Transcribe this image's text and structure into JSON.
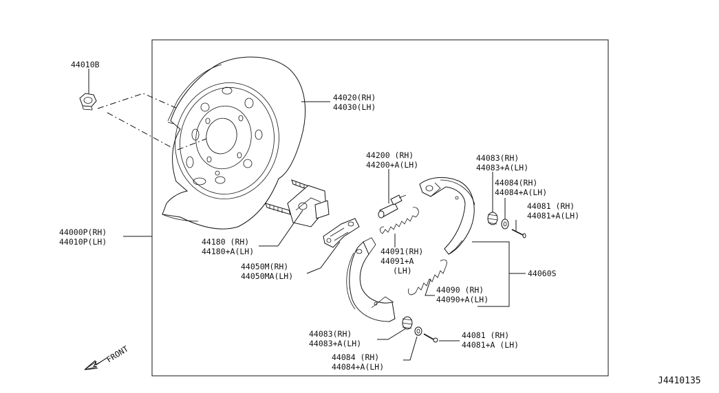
{
  "diagram": {
    "labels": {
      "nut": "44010B",
      "backplate_rh": "44020(RH)",
      "backplate_lh": "44030(LH)",
      "assy_rh": "44000P(RH)",
      "assy_lh": "44010P(LH)",
      "adjuster_rh": "44200 (RH)",
      "adjuster_lh": "44200+A(LH)",
      "spring_top_rh": "44083(RH)",
      "spring_top_lh": "44083+A(LH)",
      "cup_top_rh": "44084(RH)",
      "cup_top_lh": "44084+A(LH)",
      "pin_top_rh": "44081 (RH)",
      "pin_top_lh": "44081+A(LH)",
      "lever_rh": "44180 (RH)",
      "lever_lh": "44180+A(LH)",
      "rspring_rh": "44091(RH)",
      "rspring_lh1": "44091+A",
      "rspring_lh2": "(LH)",
      "shoe_set": "44060S",
      "strut_rh": "44050M(RH)",
      "strut_lh": "44050MA(LH)",
      "spring2_rh": "44090 (RH)",
      "spring2_lh": "44090+A(LH)",
      "spring_bot_rh": "44083(RH)",
      "spring_bot_lh": "44083+A(LH)",
      "pin_bot_rh": "44081 (RH)",
      "pin_bot_lh": "44081+A (LH)",
      "cup_bot_rh": "44084 (RH)",
      "cup_bot_lh": "44084+A(LH)",
      "front": "FRONT",
      "diagram_id": "J4410135"
    }
  }
}
